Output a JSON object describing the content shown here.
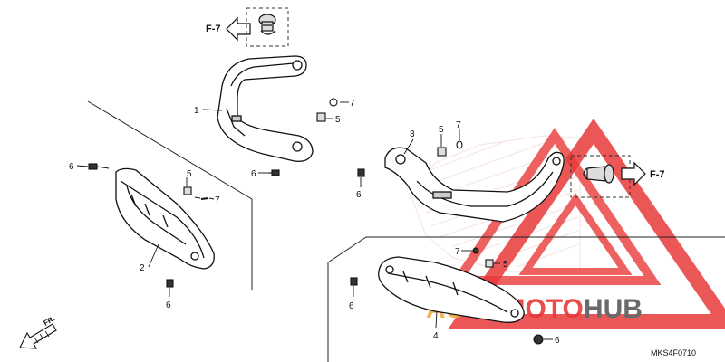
{
  "diagram": {
    "fig_code": "MKS4F0710",
    "direction_label": "FR.",
    "fig_refs": [
      "F-7",
      "F-7"
    ],
    "callouts": [
      "1",
      "2",
      "3",
      "4",
      "5",
      "5",
      "5",
      "5",
      "6",
      "6",
      "6",
      "6",
      "6",
      "7",
      "7",
      "7",
      "7"
    ]
  },
  "watermark": {
    "text_a": "AUTO",
    "text_b": "MOTO",
    "text_c": "HUB",
    "color_accent": "#e83a3a",
    "color_orange": "#f3a53a",
    "color_grey": "#6a6a6a"
  }
}
